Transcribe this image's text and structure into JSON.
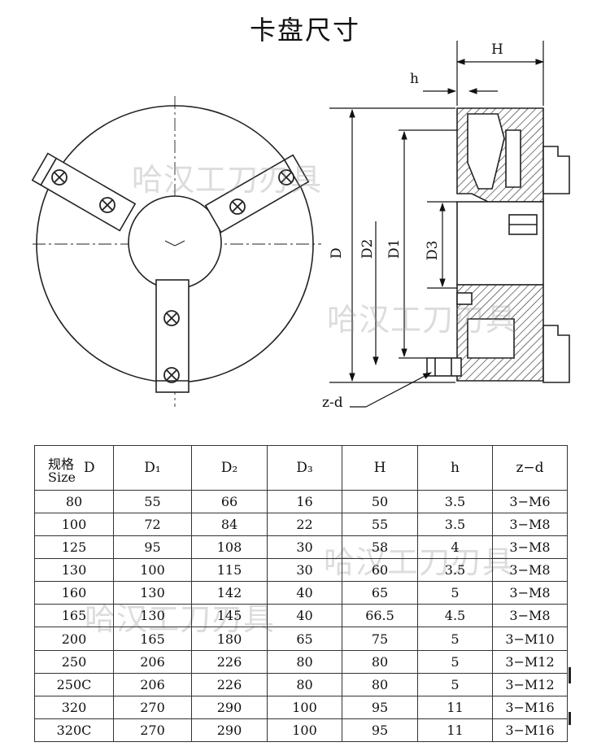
{
  "title": "卡盘尺寸",
  "watermark": "哈汉工刀刃具",
  "drawing_labels": {
    "H": "H",
    "h": "h",
    "D": "D",
    "D2": "D2",
    "D1": "D1",
    "D3": "D3",
    "zd": "z-d"
  },
  "table": {
    "header": {
      "size_cn": "规格",
      "size_en": "Size",
      "D": "D",
      "cols": [
        "D₁",
        "D₂",
        "D₃",
        "H",
        "h",
        "z−d"
      ]
    },
    "rows": [
      [
        "80",
        "55",
        "66",
        "16",
        "50",
        "3.5",
        "3−M6"
      ],
      [
        "100",
        "72",
        "84",
        "22",
        "55",
        "3.5",
        "3−M8"
      ],
      [
        "125",
        "95",
        "108",
        "30",
        "58",
        "4",
        "3−M8"
      ],
      [
        "130",
        "100",
        "115",
        "30",
        "60",
        "3.5",
        "3−M8"
      ],
      [
        "160",
        "130",
        "142",
        "40",
        "65",
        "5",
        "3−M8"
      ],
      [
        "165",
        "130",
        "145",
        "40",
        "66.5",
        "4.5",
        "3−M8"
      ],
      [
        "200",
        "165",
        "180",
        "65",
        "75",
        "5",
        "3−M10"
      ],
      [
        "250",
        "206",
        "226",
        "80",
        "80",
        "5",
        "3−M12"
      ],
      [
        "250C",
        "206",
        "226",
        "80",
        "80",
        "5",
        "3−M12"
      ],
      [
        "320",
        "270",
        "290",
        "100",
        "95",
        "11",
        "3−M16"
      ],
      [
        "320C",
        "270",
        "290",
        "100",
        "95",
        "11",
        "3−M16"
      ]
    ]
  }
}
